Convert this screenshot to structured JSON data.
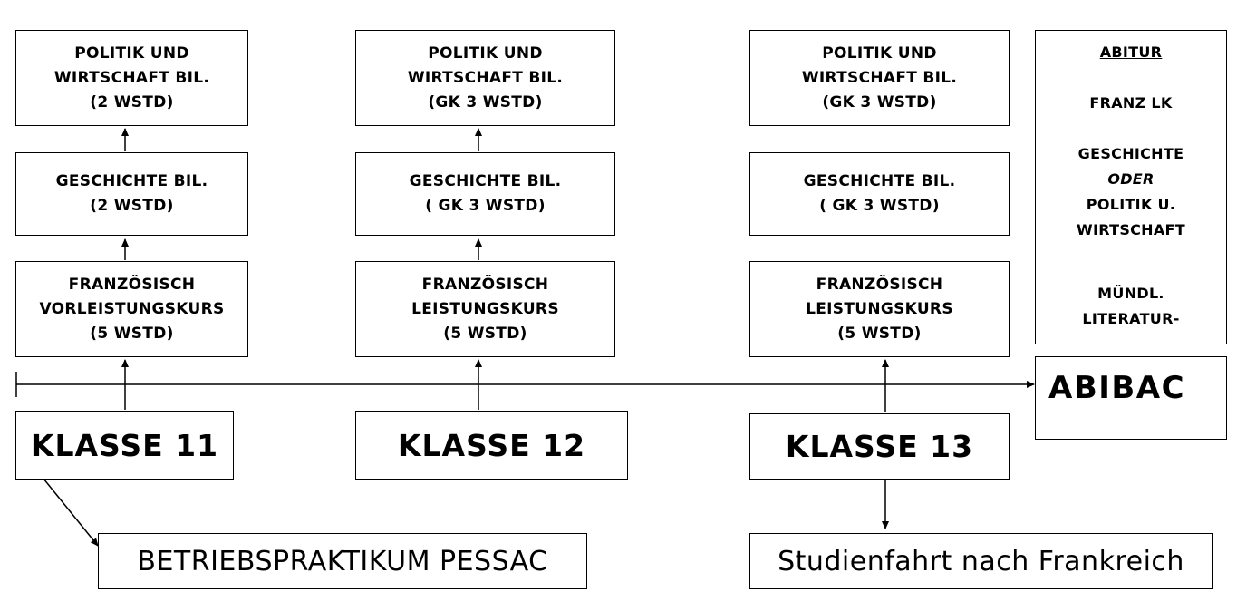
{
  "columns": [
    {
      "politik": [
        "POLITIK UND",
        "WIRTSCHAFT BIL.",
        "(2 WSTD)"
      ],
      "geschichte": [
        "GESCHICHTE BIL.",
        "(2 WSTD)"
      ],
      "franzoesisch": [
        "FRANZÖSISCH",
        "VORLEISTUNGSKURS",
        "(5 WSTD)"
      ],
      "klasse": "KLASSE 11"
    },
    {
      "politik": [
        "POLITIK UND",
        "WIRTSCHAFT BIL.",
        "(GK 3 WSTD)"
      ],
      "geschichte": [
        "GESCHICHTE BIL.",
        "( GK 3 WSTD)"
      ],
      "franzoesisch": [
        "FRANZÖSISCH",
        "LEISTUNGSKURS",
        "(5 WSTD)"
      ],
      "klasse": "KLASSE 12"
    },
    {
      "politik": [
        "POLITIK UND",
        "WIRTSCHAFT BIL.",
        "(GK 3 WSTD)"
      ],
      "geschichte": [
        "GESCHICHTE BIL.",
        "( GK 3 WSTD)"
      ],
      "franzoesisch": [
        "FRANZÖSISCH",
        "LEISTUNGSKURS",
        "(5 WSTD)"
      ],
      "klasse": "KLASSE 13"
    }
  ],
  "abitur": {
    "heading": "ABITUR",
    "line1": "FRANZ LK",
    "line2": "GESCHICHTE",
    "line3": "ODER",
    "line4": "POLITIK U.",
    "line5": "WIRTSCHAFT",
    "line6": "MÜNDL.",
    "line7": "LITERATUR-"
  },
  "abibac": "ABIBAC",
  "betriebspraktikum": "BETRIEBSPRAKTIKUM PESSAC",
  "studienfahrt": "Studienfahrt nach Frankreich"
}
